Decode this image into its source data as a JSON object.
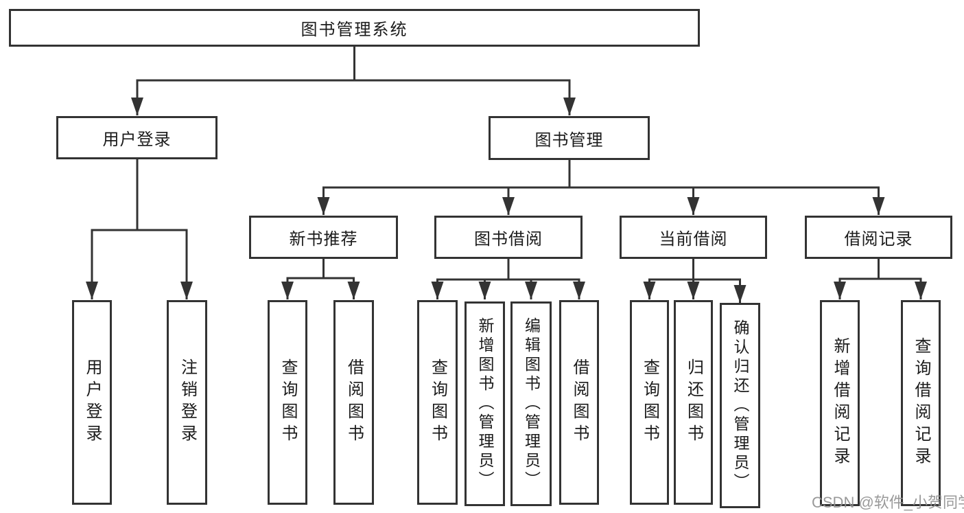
{
  "diagram": {
    "type": "tree",
    "colors": {
      "line": "#333333",
      "box_border": "#333333",
      "box_fill": "#ffffff",
      "text": "#1b1b1b",
      "watermark": "#919191",
      "background": "#ffffff"
    },
    "nodes": {
      "root": {
        "label": "图书管理系统"
      },
      "user_login": {
        "label": "用户登录"
      },
      "book_mgmt": {
        "label": "图书管理"
      },
      "new_book_rec": {
        "label": "新书推荐"
      },
      "book_borrow": {
        "label": "图书借阅"
      },
      "current_borrow": {
        "label": "当前借阅"
      },
      "borrow_record": {
        "label": "借阅记录"
      },
      "leaf_user_login": {
        "label": "用户登录"
      },
      "leaf_logout": {
        "label": "注销登录"
      },
      "leaf_query_book_rec": {
        "label": "查询图书"
      },
      "leaf_borrow_book_rec": {
        "label": "借阅图书"
      },
      "leaf_query_book_borrow": {
        "label": "查询图书"
      },
      "leaf_add_book": {
        "label": "新增图书（管理员）"
      },
      "leaf_edit_book": {
        "label": "编辑图书（管理员）"
      },
      "leaf_borrow_book": {
        "label": "借阅图书"
      },
      "leaf_query_book_current": {
        "label": "查询图书"
      },
      "leaf_return_book": {
        "label": "归还图书"
      },
      "leaf_confirm_return": {
        "label": "确认归还（管理员）"
      },
      "leaf_add_record": {
        "label": "新增借阅记录"
      },
      "leaf_query_record": {
        "label": "查询借阅记录"
      }
    },
    "hierarchy": {
      "图书管理系统": {
        "用户登录": [
          "用户登录",
          "注销登录"
        ],
        "图书管理": {
          "新书推荐": [
            "查询图书",
            "借阅图书"
          ],
          "图书借阅": [
            "查询图书",
            "新增图书（管理员）",
            "编辑图书（管理员）",
            "借阅图书"
          ],
          "当前借阅": [
            "查询图书",
            "归还图书",
            "确认归还（管理员）"
          ],
          "借阅记录": [
            "新增借阅记录",
            "查询借阅记录"
          ]
        }
      }
    },
    "watermark": "CSDN @软件_小贺同学"
  }
}
